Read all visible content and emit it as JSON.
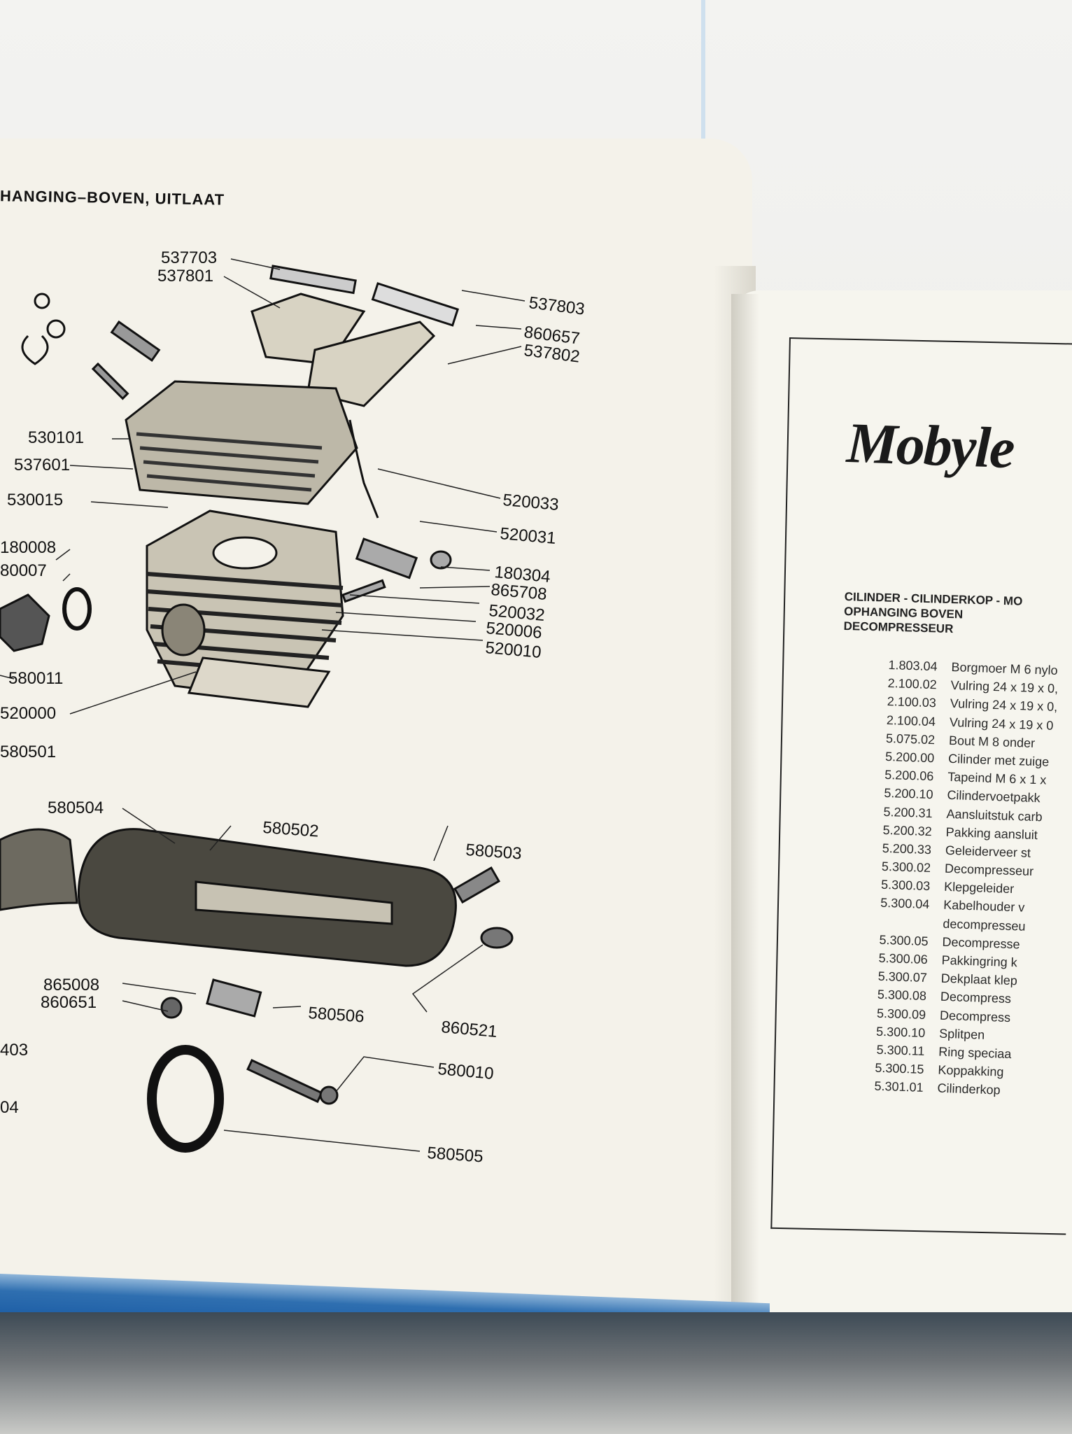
{
  "left_page": {
    "header": "HANGING–BOVEN, UITLAAT",
    "callouts": [
      "537703",
      "537801",
      "537803",
      "860657",
      "537802",
      "530101",
      "537601",
      "530015",
      "520033",
      "520031",
      "180008",
      "80007",
      "180304",
      "865708",
      "520032",
      "520006",
      "520010",
      "580011",
      "520000",
      "580501",
      "580504",
      "580502",
      "580503",
      "865008",
      "860651",
      "580506",
      "860521",
      "403",
      "580010",
      "04",
      "580505"
    ]
  },
  "right_page": {
    "brand": "Mobyle",
    "title_lines": [
      "CILINDER - CILINDERKOP - MO",
      "OPHANGING BOVEN",
      "DECOMPRESSEUR"
    ],
    "parts": [
      {
        "num": "1.803.04",
        "desc": "Borgmoer M 6 nylo"
      },
      {
        "num": "2.100.02",
        "desc": "Vulring 24 x 19 x 0,"
      },
      {
        "num": "2.100.03",
        "desc": "Vulring 24 x 19 x 0,"
      },
      {
        "num": "2.100.04",
        "desc": "Vulring 24 x 19 x 0"
      },
      {
        "num": "5.075.02",
        "desc": "Bout M 8 onder"
      },
      {
        "num": "5.200.00",
        "desc": "Cilinder met zuige"
      },
      {
        "num": "5.200.06",
        "desc": "Tapeind M 6 x 1 x"
      },
      {
        "num": "5.200.10",
        "desc": "Cilindervoetpakk"
      },
      {
        "num": "5.200.31",
        "desc": "Aansluitstuk carb"
      },
      {
        "num": "5.200.32",
        "desc": "Pakking aansluit"
      },
      {
        "num": "5.200.33",
        "desc": "Geleiderveer st"
      },
      {
        "num": "5.300.02",
        "desc": "Decompresseur"
      },
      {
        "num": "5.300.03",
        "desc": "Klepgeleider"
      },
      {
        "num": "5.300.04",
        "desc": "Kabelhouder v"
      },
      {
        "num": "",
        "desc": "decompresseu"
      },
      {
        "num": "5.300.05",
        "desc": "Decompresse"
      },
      {
        "num": "5.300.06",
        "desc": "Pakkingring k"
      },
      {
        "num": "5.300.07",
        "desc": "Dekplaat klep"
      },
      {
        "num": "5.300.08",
        "desc": "Decompress"
      },
      {
        "num": "5.300.09",
        "desc": "Decompress"
      },
      {
        "num": "5.300.10",
        "desc": "Splitpen"
      },
      {
        "num": "5.300.11",
        "desc": "Ring speciaa"
      },
      {
        "num": "5.300.15",
        "desc": "Koppakking"
      },
      {
        "num": "5.301.01",
        "desc": "Cilinderkop"
      }
    ]
  }
}
